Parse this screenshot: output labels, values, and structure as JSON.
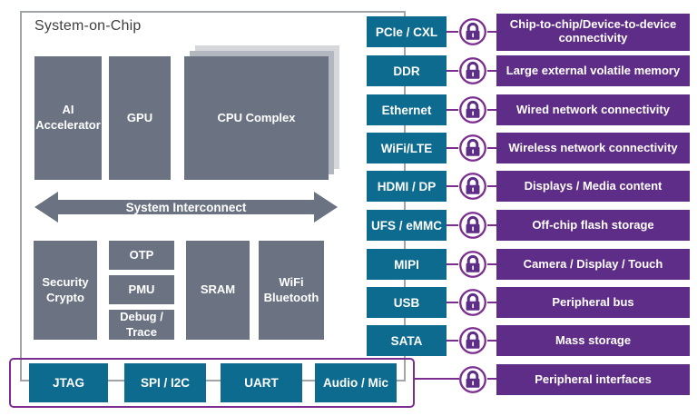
{
  "colors": {
    "teal": "#0d6b8f",
    "purple_box": "#5e2d87",
    "purple_accent": "#7b2e8f",
    "gray_block": "#6b7383",
    "line_gray": "#a1a4a9"
  },
  "soc": {
    "title": "System-on-Chip",
    "blocks": {
      "ai": "AI Accelerator",
      "gpu": "GPU",
      "cpu": "CPU Complex",
      "interconnect": "System Interconnect",
      "security": "Security Crypto",
      "otp": "OTP",
      "pmu": "PMU",
      "debug": "Debug / Trace",
      "sram": "SRAM",
      "wifi_bt": "WiFi Bluetooth"
    },
    "bottom_ports": [
      {
        "label": "JTAG"
      },
      {
        "label": "SPI / I2C"
      },
      {
        "label": "UART"
      },
      {
        "label": "Audio / Mic"
      }
    ]
  },
  "rows": [
    {
      "port": "PCIe / CXL",
      "desc": "Chip-to-chip/Device-to-device connectivity"
    },
    {
      "port": "DDR",
      "desc": "Large external volatile memory"
    },
    {
      "port": "Ethernet",
      "desc": "Wired network connectivity"
    },
    {
      "port": "WiFi/LTE",
      "desc": "Wireless network connectivity"
    },
    {
      "port": "HDMI / DP",
      "desc": "Displays / Media content"
    },
    {
      "port": "UFS / eMMC",
      "desc": "Off-chip flash storage"
    },
    {
      "port": "MIPI",
      "desc": "Camera / Display / Touch"
    },
    {
      "port": "USB",
      "desc": "Peripheral bus"
    },
    {
      "port": "SATA",
      "desc": "Mass storage"
    }
  ],
  "bottom_row": {
    "desc": "Peripheral interfaces"
  },
  "icons": {
    "lock": "lock-icon"
  }
}
